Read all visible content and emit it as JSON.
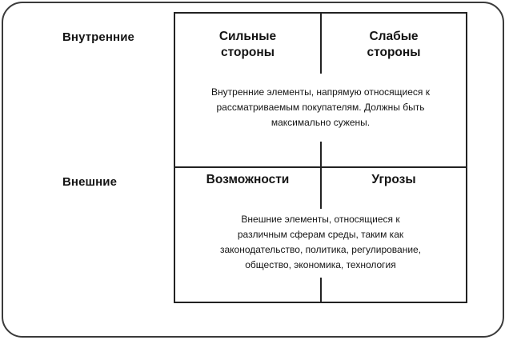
{
  "rows": {
    "internal_label": "Внутренние",
    "external_label": "Внешние"
  },
  "quadrants": {
    "strengths": "Сильные\nстороны",
    "weaknesses": "Слабые\nстороны",
    "opportunities": "Возможности",
    "threats": "Угрозы"
  },
  "descriptions": {
    "internal": "Внутренние элементы, напрямую относящиеся к\nрассматриваемым покупателям. Должны быть\nмаксимально сужены.",
    "external": "Внешние элементы, относящиеся к\nразличным сферам среды, таким как\nзаконодательство, политика, регулирование,\nобщество, экономика, технология"
  }
}
